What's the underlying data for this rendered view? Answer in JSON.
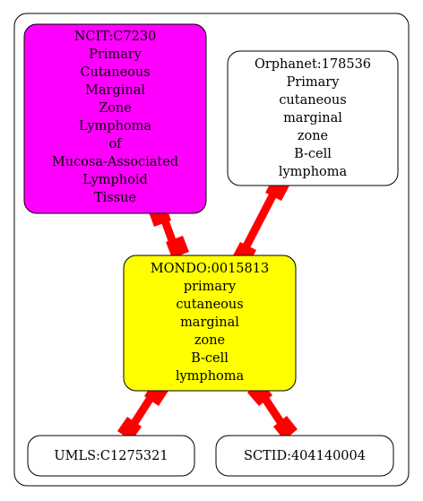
{
  "nodes": {
    "ncit": {
      "lines": [
        "NCIT:C7230",
        "Primary",
        "Cutaneous",
        "Marginal",
        "Zone",
        "Lymphoma",
        "of",
        "Mucosa-Associated",
        "Lymphoid",
        "Tissue"
      ],
      "fill": "#ff00ff"
    },
    "orphanet": {
      "lines": [
        "Orphanet:178536",
        "Primary",
        "cutaneous",
        "marginal",
        "zone",
        "B-cell",
        "lymphoma"
      ],
      "fill": "#ffffff"
    },
    "mondo": {
      "lines": [
        "MONDO:0015813",
        "primary",
        "cutaneous",
        "marginal",
        "zone",
        "B-cell",
        "lymphoma"
      ],
      "fill": "#ffff00"
    },
    "umls": {
      "lines": [
        "UMLS:C1275321"
      ],
      "fill": "#ffffff"
    },
    "sctid": {
      "lines": [
        "SCTID:404140004"
      ],
      "fill": "#ffffff"
    }
  },
  "edge_color": "#ff0000",
  "edges": [
    {
      "from": "ncit",
      "to": "mondo"
    },
    {
      "from": "orphanet",
      "to": "mondo"
    },
    {
      "from": "mondo",
      "to": "umls"
    },
    {
      "from": "mondo",
      "to": "sctid"
    }
  ]
}
